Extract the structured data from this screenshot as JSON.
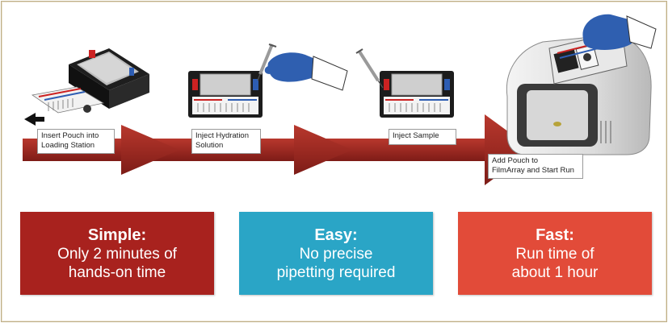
{
  "steps": [
    {
      "label": "Insert Pouch into\nLoading Station"
    },
    {
      "label": "Inject Hydration\nSolution"
    },
    {
      "label": "Inject Sample"
    },
    {
      "label": "Add Pouch to\nFilmArray and Start Run"
    }
  ],
  "panels": [
    {
      "title": "Simple:",
      "line1": "Only 2 minutes of",
      "line2": "hands-on time",
      "color": "#a8221e"
    },
    {
      "title": "Easy:",
      "line1": "No precise",
      "line2": "pipetting required",
      "color": "#2aa5c6"
    },
    {
      "title": "Fast:",
      "line1": "Run time of",
      "line2": "about 1 hour",
      "color": "#e24b39"
    }
  ],
  "colors": {
    "arrow": "#9c2a22",
    "frame": "#bfae86",
    "glove": "#2f5fb0"
  },
  "icons": [
    "loading-station-icon",
    "pouch-icon",
    "syringe-icon",
    "gloved-hand-icon",
    "filmarray-instrument-icon",
    "arrow-icon"
  ]
}
